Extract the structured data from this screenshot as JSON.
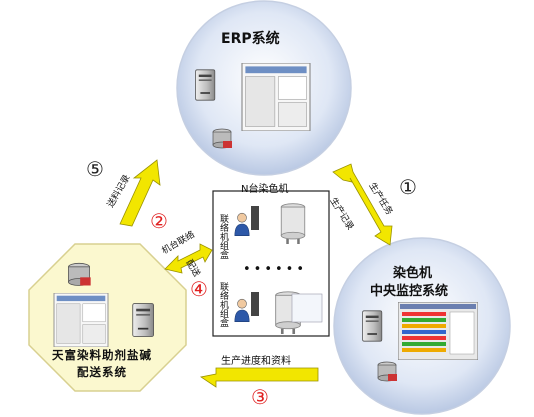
{
  "erp": {
    "title": "ERP系统"
  },
  "dyeing_monitor": {
    "title_line1": "染色机",
    "title_line2": "中央监控系统"
  },
  "tianfu": {
    "title_line1": "天富染料助剂盐碱",
    "title_line2": "配送系统"
  },
  "machines": {
    "title": "N台染色机",
    "box_label_1": "联络机组盒",
    "box_label_2": "联络机组盒",
    "ellipsis": "••••••"
  },
  "flows": [
    {
      "step": "①",
      "label": "生产任务",
      "color": "#222222"
    },
    {
      "step": "②",
      "label": "机台联络",
      "color": "#e02020"
    },
    {
      "step": "③",
      "label": "生产进度和资料",
      "color": "#e02020"
    },
    {
      "step": "④",
      "label": "配送",
      "color": "#e02020"
    },
    {
      "step": "⑤",
      "label": "送料记录",
      "color": "#222222"
    }
  ],
  "flow_extra": {
    "return_label": "生产记录"
  },
  "colors": {
    "arrow_yellow": "#f2e600",
    "arrow_outline": "#9a9200",
    "circle_fill": "#d4dff0",
    "octagon_fill": "#fbf8cf",
    "step_red": "#e02020"
  }
}
